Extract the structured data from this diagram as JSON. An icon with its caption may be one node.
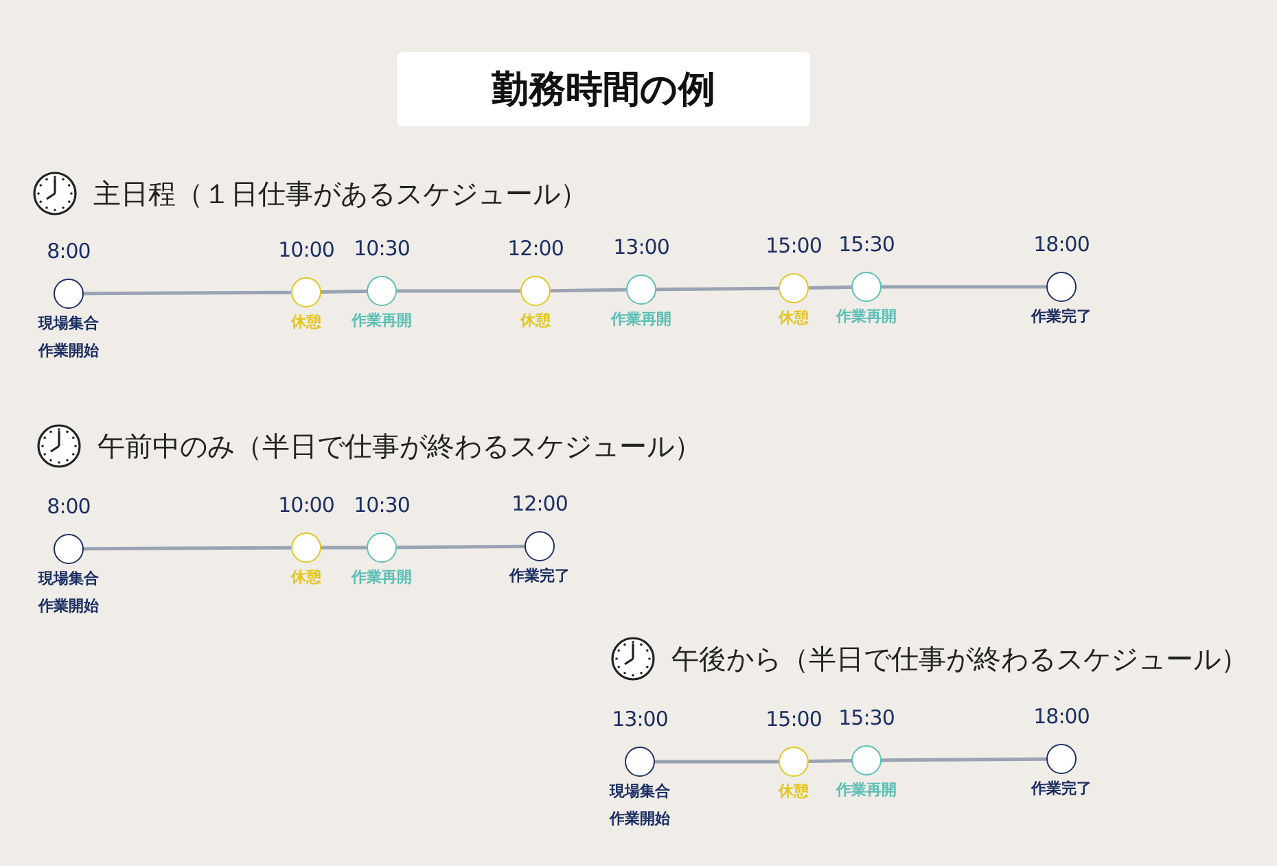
{
  "diagram": {
    "title": "勤務時間の例",
    "nodes": [
      {
        "text": [],
        "shape": "circle",
        "beside": [
          "8:00",
          "現場集合",
          "作業開始"
        ]
      },
      {
        "text": [],
        "shape": "circle",
        "beside": [
          "10:00",
          "休憩"
        ]
      },
      {
        "text": [],
        "shape": "circle",
        "beside": [
          "10:30",
          "作業再開"
        ]
      },
      {
        "text": [],
        "shape": "circle",
        "beside": [
          "12:00",
          "休憩"
        ]
      },
      {
        "text": [],
        "shape": "circle",
        "beside": [
          "13:00",
          "作業再開"
        ]
      },
      {
        "text": [],
        "shape": "circle",
        "beside": [
          "15:00",
          "休憩"
        ]
      },
      {
        "text": [],
        "shape": "circle",
        "beside": [
          "15:30",
          "作業再開"
        ]
      },
      {
        "text": [],
        "shape": "circle",
        "beside": [
          "18:00",
          "作業完了"
        ]
      },
      {
        "text": [],
        "shape": "circle",
        "beside": [
          "8:00",
          "現場集合",
          "作業開始"
        ]
      },
      {
        "text": [],
        "shape": "circle",
        "beside": [
          "10:00",
          "休憩"
        ]
      },
      {
        "text": [],
        "shape": "circle",
        "beside": [
          "10:30",
          "作業再開"
        ]
      },
      {
        "text": [],
        "shape": "circle",
        "beside": [
          "12:00",
          "作業完了"
        ]
      },
      {
        "text": [],
        "shape": "circle",
        "beside": [
          "13:00",
          "現場集合",
          "作業開始"
        ]
      },
      {
        "text": [],
        "shape": "circle",
        "beside": [
          "15:00",
          "休憩"
        ]
      },
      {
        "text": [],
        "shape": "circle",
        "beside": [
          "15:30",
          "作業再開"
        ]
      },
      {
        "text": [],
        "shape": "circle",
        "beside": [
          "18:00",
          "作業完了"
        ]
      }
    ],
    "edges": [
      {
        "from": 0,
        "to": 1,
        "arrow": "none"
      },
      {
        "from": 1,
        "to": 2,
        "arrow": "none"
      },
      {
        "from": 2,
        "to": 3,
        "arrow": "none"
      },
      {
        "from": 3,
        "to": 4,
        "arrow": "none"
      },
      {
        "from": 4,
        "to": 5,
        "arrow": "none"
      },
      {
        "from": 5,
        "to": 6,
        "arrow": "none"
      },
      {
        "from": 6,
        "to": 7,
        "arrow": "none"
      },
      {
        "from": 8,
        "to": 9,
        "arrow": "none"
      },
      {
        "from": 9,
        "to": 10,
        "arrow": "none"
      },
      {
        "from": 10,
        "to": 11,
        "arrow": "none"
      },
      {
        "from": 12,
        "to": 13,
        "arrow": "none"
      },
      {
        "from": 13,
        "to": 14,
        "arrow": "none"
      },
      {
        "from": 14,
        "to": 15,
        "arrow": "none"
      }
    ],
    "labels": [
      "主日程（１日仕事があるスケジュール）",
      "午前中のみ（半日で仕事が終わるスケジュール）",
      "午後から（半日で仕事が終わるスケジュール）"
    ]
  }
}
